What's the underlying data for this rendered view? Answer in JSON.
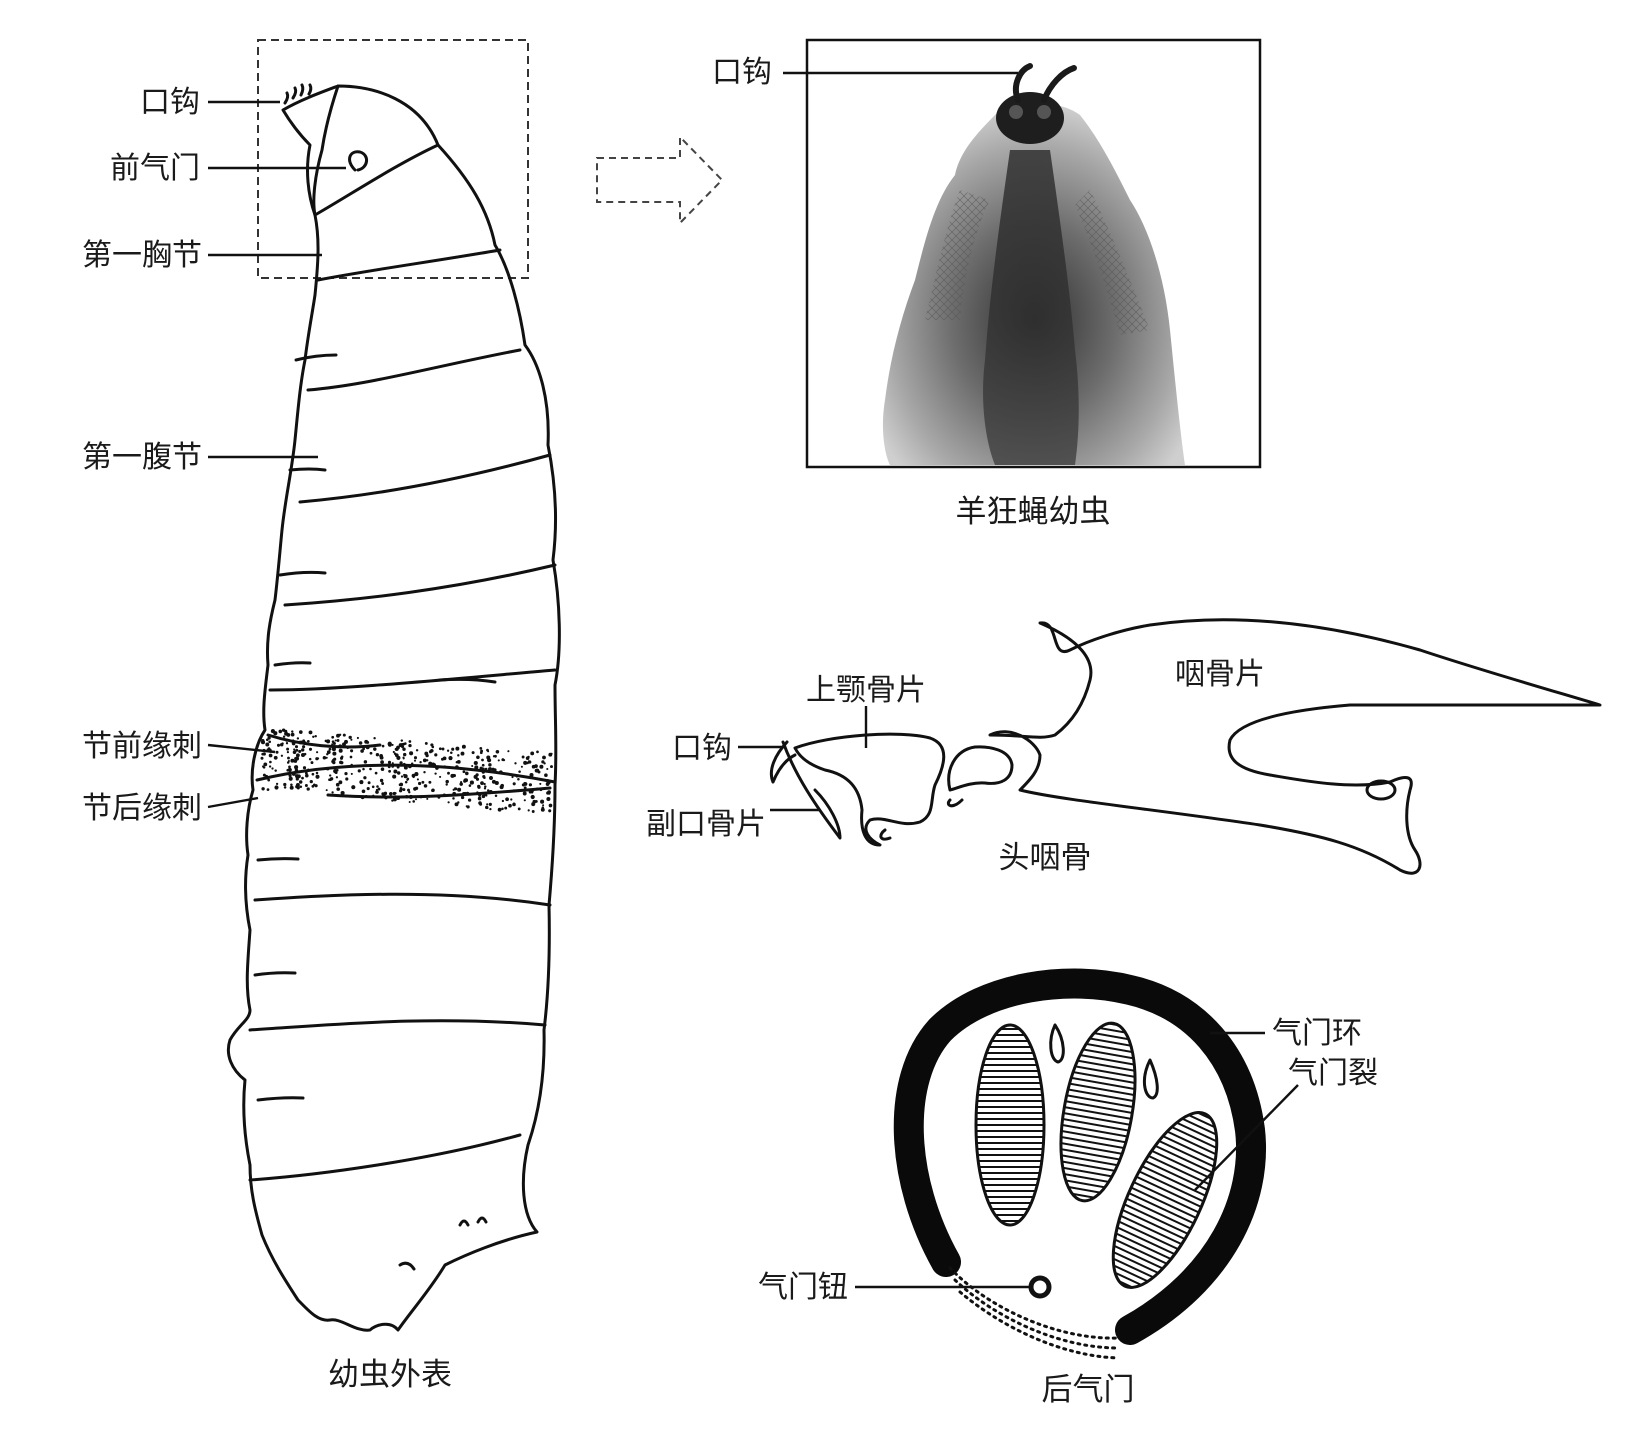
{
  "larva": {
    "labels": {
      "mouth_hook": "口钩",
      "front_spiracle": "前气门",
      "first_thoracic": "第一胸节",
      "first_abdominal": "第一腹节",
      "front_spines": "节前缘刺",
      "rear_spines": "节后缘刺"
    },
    "caption": "幼虫外表"
  },
  "photo": {
    "label_mouth_hook": "口钩",
    "caption": "羊狂蝇幼虫"
  },
  "skeleton": {
    "labels": {
      "maxillary": "上颚骨片",
      "mouth_hook": "口钩",
      "accessory": "副口骨片",
      "pharyngeal": "咽骨片"
    },
    "caption": "头咽骨"
  },
  "spiracle": {
    "labels": {
      "ring": "气门环",
      "slits": "气门裂",
      "button": "气门钮"
    },
    "caption": "后气门"
  }
}
